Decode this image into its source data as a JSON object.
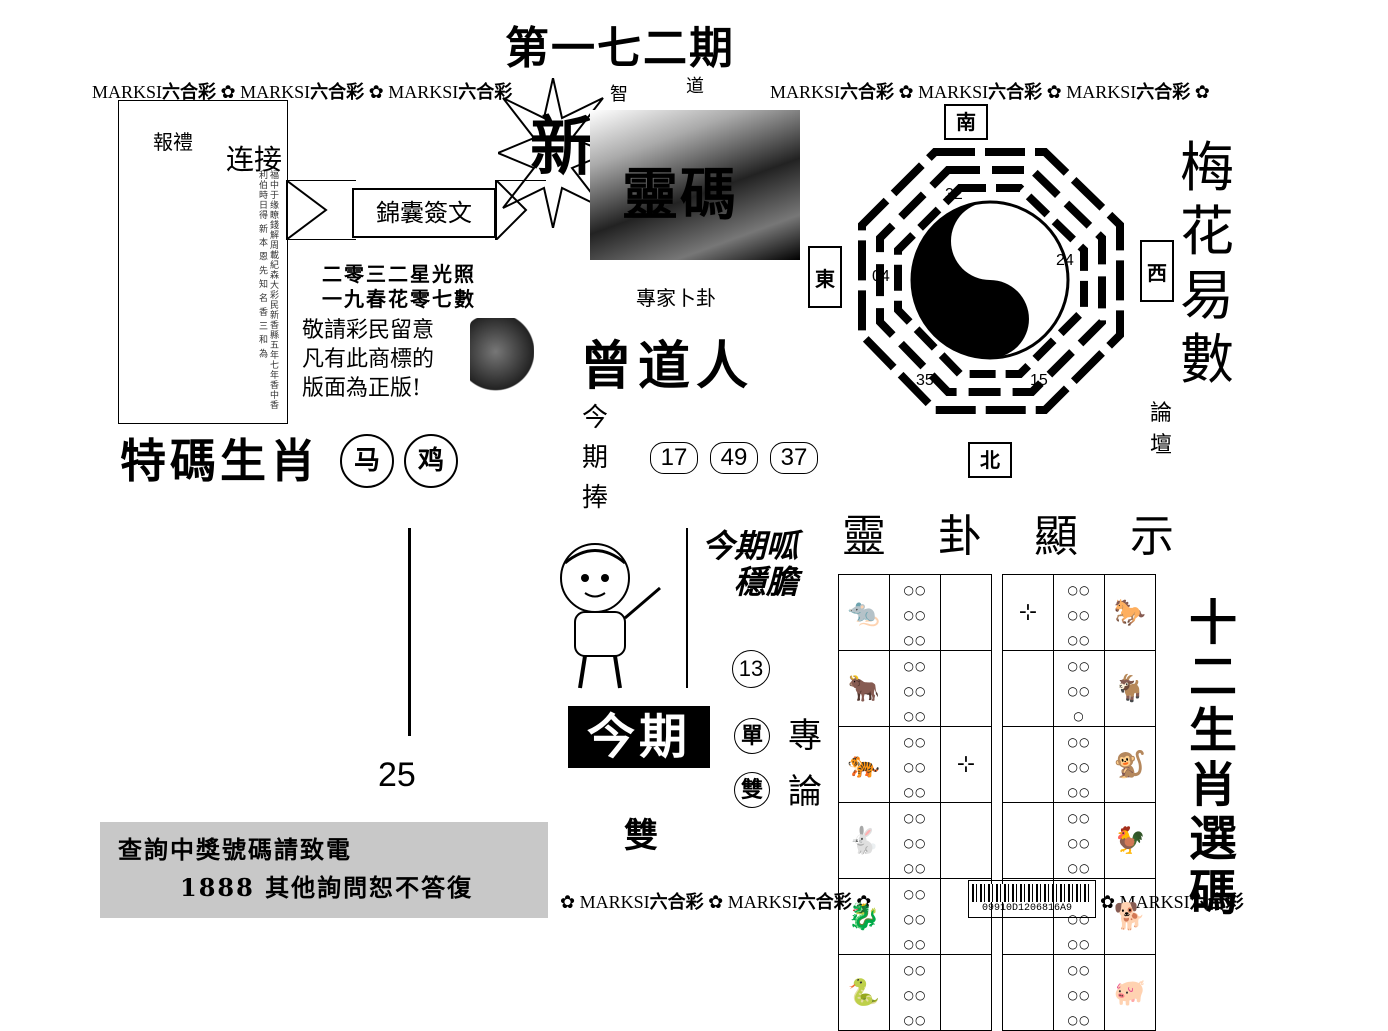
{
  "header": {
    "period": "第一七二期"
  },
  "marks_row": {
    "entries": [
      "MARKSI",
      "六合彩",
      "MARKSI",
      "六合彩",
      "MARKSI",
      "六合彩",
      "MARKSI",
      "六合彩",
      "MARKSI",
      "六合彩",
      "MARKSI",
      "六合彩"
    ]
  },
  "gift": {
    "title": "報禮",
    "connect": "连接",
    "lines": "福中于缘瞭錢解周載紀森大彩民新香縣五年七年香中香利伯時日得 新 本 恩 先 知 名 香 三 和 為"
  },
  "jinnang": {
    "label": "錦囊簽文"
  },
  "poem": {
    "line1": "二零三二星光照",
    "line2": "一九春花零七數"
  },
  "notice": {
    "line1": "敬請彩民留意",
    "line2": "凡有此商標的",
    "line3": "版面為正版!"
  },
  "tema": {
    "label": "特碼生肖",
    "zodiac": [
      "马",
      "鸡"
    ]
  },
  "number_25": "25",
  "contact": {
    "line1": "查詢中獎號碼請致電",
    "line2": "1888 其他詢問恕不答復"
  },
  "xin_ling_ma": {
    "xin": "新",
    "ling_ma": "靈碼",
    "zhi": "智",
    "dao": "道"
  },
  "expert": {
    "subtitle": "專家卜卦",
    "name": "曾道人"
  },
  "jinqi_bang": {
    "label": "今期捧",
    "picks": [
      "17",
      "49",
      "37"
    ]
  },
  "jinqi_jiao": {
    "line1": "今期呱",
    "line2": "穩膽",
    "number": "13"
  },
  "jinqi": {
    "label": "今期",
    "dan": "單",
    "shuang_c": "雙",
    "zhuan_lun": "專論",
    "answer": "雙"
  },
  "bagua": {
    "directions": {
      "south": "南",
      "north": "北",
      "east": "東",
      "west": "西"
    },
    "numbers": [
      "32",
      "24",
      "04",
      "35",
      "15"
    ]
  },
  "meihua": {
    "title": "梅花易數",
    "sub": "論壇"
  },
  "linggua": {
    "title": "靈卦顯示"
  },
  "shier_shengxiao": {
    "title": "十二生肖選碼"
  },
  "barcode": {
    "text": "09910D1206816A9"
  }
}
